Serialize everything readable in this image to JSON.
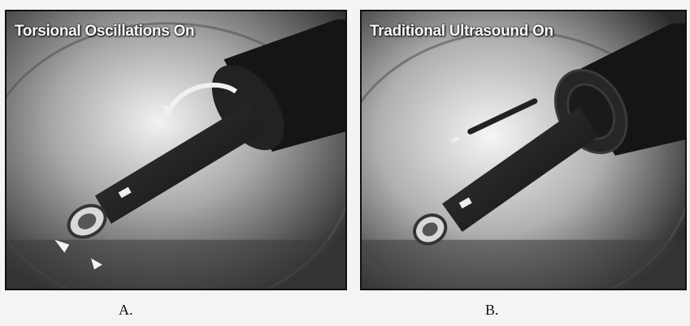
{
  "panels": [
    {
      "id": "A",
      "overlay_text": "Torsional Oscillations On",
      "caption": "A."
    },
    {
      "id": "B",
      "overlay_text": "Traditional Ultrasound On",
      "caption": "B."
    }
  ],
  "colors": {
    "page_background": "#f4f4f2",
    "frame": "#111111",
    "overlay_text": "#fafafa"
  },
  "icons": [
    "rotation-arrow-icon",
    "vibration-line-icon"
  ]
}
